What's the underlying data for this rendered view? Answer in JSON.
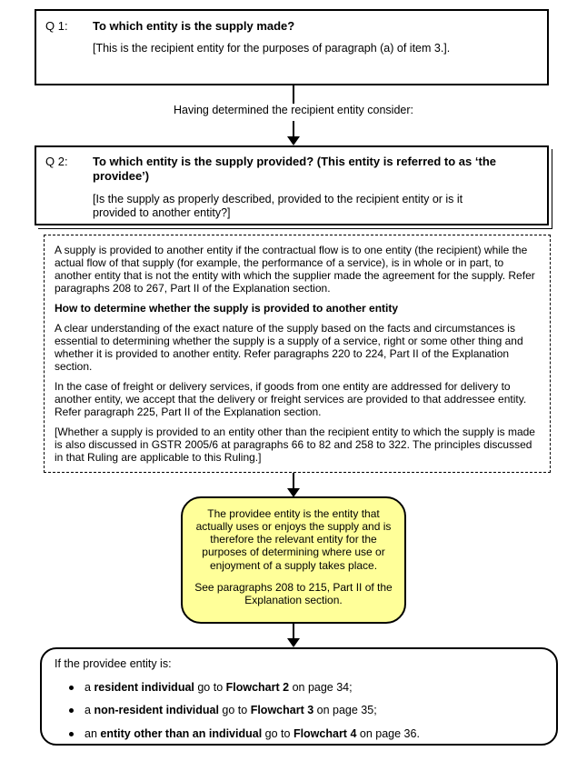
{
  "q1": {
    "label": "Q 1:",
    "title": "To which entity is the supply made?",
    "body": "[This is the recipient entity for the purposes of paragraph (a) of item 3.]."
  },
  "connector": {
    "text": "Having determined the recipient entity consider:"
  },
  "q2": {
    "label": "Q 2:",
    "title": "To which entity is the supply provided? (This entity is referred to as ‘the providee’)",
    "body": "[Is the supply as properly described, provided to the recipient entity or is it provided to another entity?]"
  },
  "explanation": {
    "para1": "A supply is provided to another entity if the contractual flow is to one entity (the recipient) while the actual flow of that supply (for example, the performance of a service), is in whole or in part, to another entity that is not the entity with which the supplier made the agreement for the supply. Refer paragraphs 208 to 267, Part II of the Explanation section.",
    "heading": "How to determine whether the supply is provided to another entity",
    "para2": "A clear understanding of the exact nature of the supply based on the facts and circumstances is essential to determining whether the supply is a supply of a service, right or some other thing and whether it is provided to another entity. Refer paragraphs 220 to 224, Part II of the Explanation section.",
    "para3": "In the case of freight or delivery services, if goods from one entity are addressed for delivery to another entity, we accept that the delivery or freight services are provided to that addressee entity. Refer paragraph 225, Part II of the Explanation section.",
    "para4": "[Whether a supply is provided to an entity other than the recipient entity to which the supply is made is also discussed in GSTR 2005/6 at paragraphs 66 to 82 and 258 to 322. The principles discussed in that Ruling are applicable to this Ruling.]"
  },
  "providee_note": {
    "para1": "The providee entity is the entity that actually uses or enjoys the supply and is therefore the relevant entity for the purposes of determining where use or enjoyment of a supply takes place.",
    "para2": "See paragraphs 208 to 215, Part II of the Explanation section."
  },
  "outcome": {
    "intro": "If the providee entity is:",
    "bullets": [
      {
        "pre": "a ",
        "bold1": "resident individual",
        "mid": " go to ",
        "bold2": "Flowchart 2",
        "post": " on page 34;"
      },
      {
        "pre": "a ",
        "bold1": "non-resident individual",
        "mid": " go to ",
        "bold2": "Flowchart 3",
        "post": " on page 35;"
      },
      {
        "pre": "an ",
        "bold1": "entity other than an individual",
        "mid": " go to ",
        "bold2": "Flowchart 4",
        "post": " on page 36."
      }
    ]
  },
  "colors": {
    "note_fill": "#FFFF99",
    "line": "#000000"
  }
}
